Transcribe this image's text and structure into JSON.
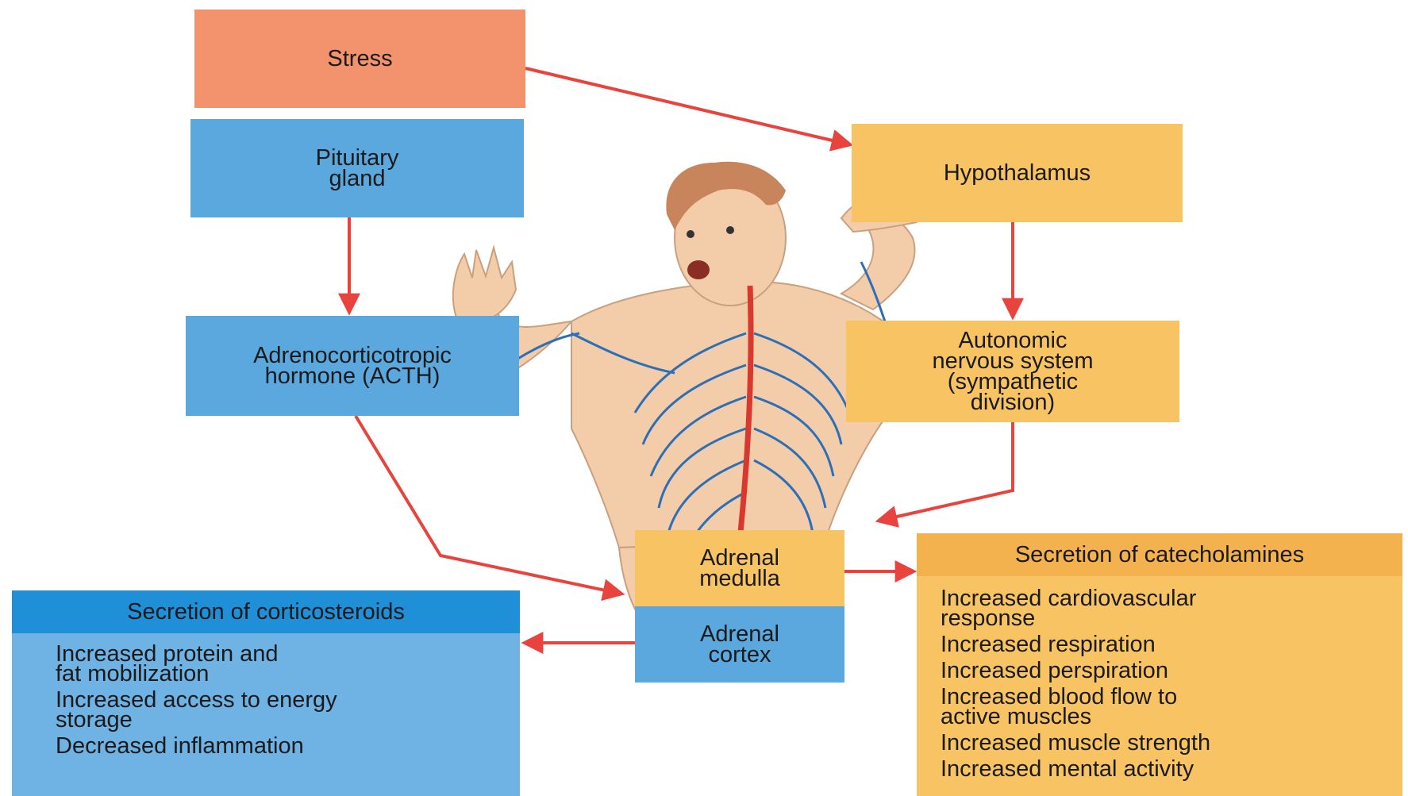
{
  "nodes": {
    "stress": "Stress",
    "pituitary": "Pituitary\ngland",
    "hypothalamus": "Hypothalamus",
    "acth": "Adrenocorticotropic\nhormone (ACTH)",
    "autonomic": "Autonomic\nnervous system\n(sympathetic\ndivision)",
    "adrenal_medulla": "Adrenal\nmedulla",
    "adrenal_cortex": "Adrenal\ncortex"
  },
  "corticosteroids": {
    "title": "Secretion of corticosteroids",
    "effects": [
      "Increased protein and\nfat mobilization",
      "Increased access to energy\nstorage",
      "Decreased inflammation"
    ]
  },
  "catecholamines": {
    "title": "Secretion of catecholamines",
    "effects": [
      "Increased cardiovascular\nresponse",
      "Increased respiration",
      "Increased perspiration",
      "Increased blood flow to\nactive muscles",
      "Increased muscle strength",
      "Increased mental activity"
    ]
  },
  "colors": {
    "arrow": "#e8433d",
    "nerves": "#2c6fb8",
    "spine": "#d9382e",
    "skin": "#f3cda9"
  }
}
